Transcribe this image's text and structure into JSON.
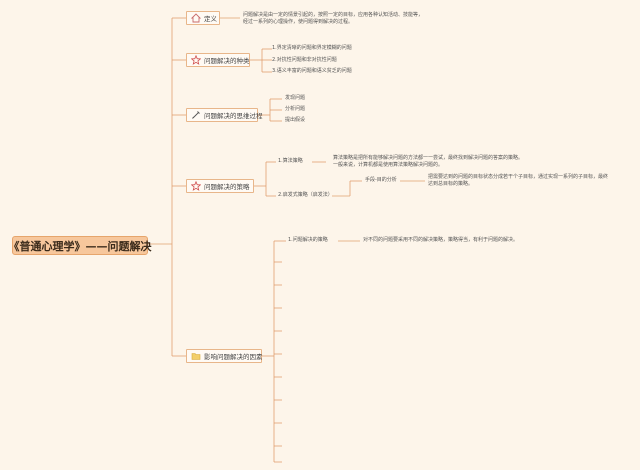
{
  "root": {
    "title": "《普通心理学》——问题解决"
  },
  "branches": {
    "definition": {
      "label": "定义",
      "text": "问题解决是由一定的情景引起的，按照一定的目标，应用各种认知活动、技能等，经过一系列的心理操作，使问题得到解决的过程。"
    },
    "types": {
      "label": "问题解决的种类",
      "items": [
        "1.界定清晰的问题和界定模糊的问题",
        "2.对抗性问题和非对抗性问题",
        "3.语义丰富的问题和语义贫乏的问题"
      ]
    },
    "process": {
      "label": "问题解决的思维过程",
      "items": [
        "发现问题",
        "分析问题",
        "提出假设"
      ]
    },
    "strategies": {
      "label": "问题解决的策略",
      "algorithm": {
        "label": "1.算法策略",
        "text": "算法策略是把所有能够解决问题的方法都一一尝试，最终找到解决问题的答案的策略。一般来说，计算机都是使用算法策略解决问题的。"
      },
      "heuristic": {
        "label": "2.启发式策略（启发法）",
        "means_end": {
          "label": "手段-目的分析",
          "text": "把需要达到的问题的目标状态分成若干个子目标，通过实现一系列的子目标，最终达到总目标的策略。"
        }
      }
    },
    "factors": {
      "label": "影响问题解决的因素",
      "first": {
        "label": "1.问题解决的策略",
        "text": "对不同的问题要采用不同的解决策略，策略得当，有利于问题的解决。"
      }
    }
  },
  "colors": {
    "line": "#e0a070",
    "root_bg": "#f7c79c"
  }
}
